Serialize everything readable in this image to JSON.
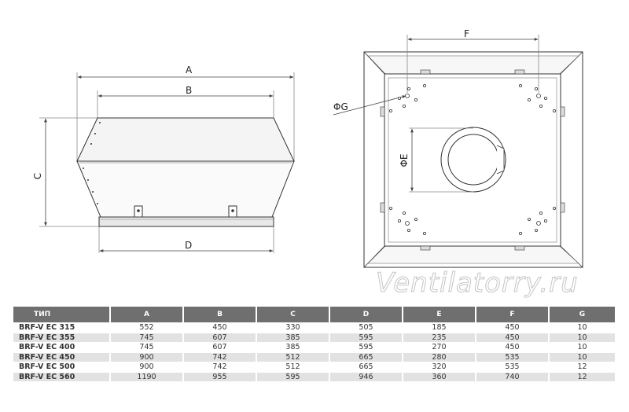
{
  "drawing": {
    "side_view": {
      "dim_a": "A",
      "dim_b": "B",
      "dim_c": "C",
      "dim_d": "D"
    },
    "top_view": {
      "dim_f": "F",
      "dim_g": "ΦG",
      "dim_e": "ΦE"
    }
  },
  "watermark": "Ventilatorry.ru",
  "table": {
    "headers": [
      "ТИП",
      "A",
      "B",
      "C",
      "D",
      "E",
      "F",
      "G"
    ],
    "rows": [
      [
        "BRF-V EC 315",
        "552",
        "450",
        "330",
        "505",
        "185",
        "450",
        "10"
      ],
      [
        "BRF-V EC 355",
        "745",
        "607",
        "385",
        "595",
        "235",
        "450",
        "10"
      ],
      [
        "BRF-V EC 400",
        "745",
        "607",
        "385",
        "595",
        "270",
        "450",
        "10"
      ],
      [
        "BRF-V EC 450",
        "900",
        "742",
        "512",
        "665",
        "280",
        "535",
        "10"
      ],
      [
        "BRF-V EC 500",
        "900",
        "742",
        "512",
        "665",
        "320",
        "535",
        "12"
      ],
      [
        "BRF-V EC 560",
        "1190",
        "955",
        "595",
        "946",
        "360",
        "740",
        "12"
      ]
    ]
  }
}
